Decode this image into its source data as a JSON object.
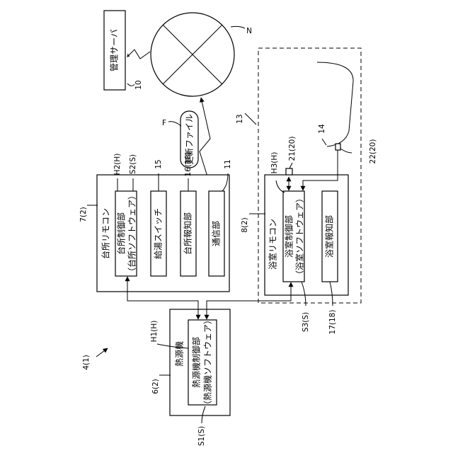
{
  "labels": {
    "management_server": "管理サーバ",
    "ref_10": "10",
    "network_symbol": "N",
    "update_file_marker": "F",
    "update_file": "更新ファイル",
    "ref_13": "13",
    "ref_14": "14",
    "ref_21": "21(20)",
    "ref_22": "22(20)",
    "ref_h3": "H3(H)",
    "ref_8": "8(2)",
    "bath_remote": "浴室リモコン",
    "bath_control": "浴室制御部",
    "bath_software": "（浴室ソフトウェア）",
    "bath_notify": "浴室報知部",
    "ref_s3": "S3(S)",
    "ref_17": "17(18)",
    "ref_7": "7(2)",
    "ref_h2": "H2(H)",
    "ref_s2": "S2(S)",
    "ref_15": "15",
    "ref_16": "16(18)",
    "ref_11": "11",
    "kitchen_remote": "台所リモコン",
    "kitchen_control": "台所制御部",
    "kitchen_software": "（台所ソフトウェア）",
    "hot_water_switch": "給湯スイッチ",
    "kitchen_notify": "台所報知部",
    "comm_unit": "通信部",
    "ref_h1": "H1(H)",
    "ref_6": "6(2)",
    "heat_source": "熱源機",
    "heat_control": "熱源機制御部",
    "heat_software": "（熱源機ソフトウェア）",
    "ref_s1": "S1(S)",
    "ref_4": "4(1)"
  }
}
